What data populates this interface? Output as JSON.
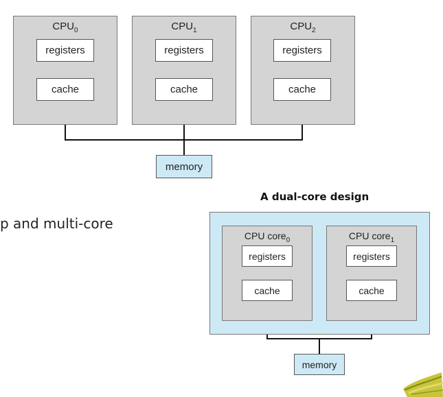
{
  "top_diagram": {
    "cpus": [
      {
        "label": "CPU",
        "sub": "0",
        "registers": "registers",
        "cache": "cache"
      },
      {
        "label": "CPU",
        "sub": "1",
        "registers": "registers",
        "cache": "cache"
      },
      {
        "label": "CPU",
        "sub": "2",
        "registers": "registers",
        "cache": "cache"
      }
    ],
    "memory": "memory"
  },
  "side_text": "p and multi-core",
  "dual_core": {
    "title": "A dual-core design",
    "cores": [
      {
        "label": "CPU core",
        "sub": "0",
        "registers": "registers",
        "cache": "cache"
      },
      {
        "label": "CPU core",
        "sub": "1",
        "registers": "registers",
        "cache": "cache"
      }
    ],
    "memory": "memory"
  },
  "colors": {
    "cpu_fill": "#d4d4d4",
    "chip_fill": "#cde9f6",
    "memory_fill": "#cde9f6",
    "box_fill": "#ffffff"
  },
  "decoration": "yellow-green-leaf-corner"
}
